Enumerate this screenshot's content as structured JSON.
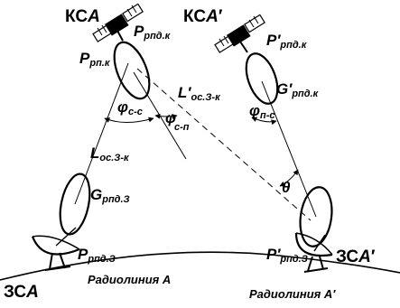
{
  "stations": {
    "ksa_a": {
      "text": "КС",
      "letter": "A",
      "prime": ""
    },
    "ksa_b": {
      "text": "КС",
      "letter": "A",
      "prime": "′"
    },
    "zsa_a": {
      "text": "ЗС",
      "letter": "A",
      "prime": ""
    },
    "zsa_b": {
      "text": "ЗС",
      "letter": "A",
      "prime": "′"
    }
  },
  "labels": {
    "p_rpd_k_left": {
      "sym": "P",
      "prime": "",
      "sub": "рпд.к"
    },
    "p_rp_k": {
      "sym": "P",
      "prime": "",
      "sub": "рп.к"
    },
    "phi_cc": {
      "sym": "φ",
      "sub": "с-с"
    },
    "phi_cp": {
      "sym": "φ",
      "sub": "с-п"
    },
    "l_os3k_prime": {
      "sym": "L",
      "prime": "′",
      "sub": "ос.З-к"
    },
    "l_os3k": {
      "sym": "L",
      "prime": "",
      "sub": "ос.З-к"
    },
    "g_rpd3": {
      "sym": "G",
      "prime": "",
      "sub": "рпд.З"
    },
    "p_rpd3_left": {
      "sym": "P",
      "prime": "",
      "sub": "рпд.З"
    },
    "p_rpd_k_right": {
      "sym": "P",
      "prime": "′",
      "sub": "рпд.к"
    },
    "g_rpd_k": {
      "sym": "G",
      "prime": "′",
      "sub": "рпд.к"
    },
    "phi_ps": {
      "sym": "φ",
      "sub": "п-с"
    },
    "theta": {
      "sym": "θ"
    },
    "p_rpd3_right": {
      "sym": "P",
      "prime": "′",
      "sub": "рпд.З"
    }
  },
  "captions": {
    "radio_a": "Радиолиния A",
    "radio_b": "Радиолиния A′"
  },
  "icons": [
    "satellite-icon",
    "ground-antenna-icon",
    "antenna-beam-ellipse"
  ]
}
